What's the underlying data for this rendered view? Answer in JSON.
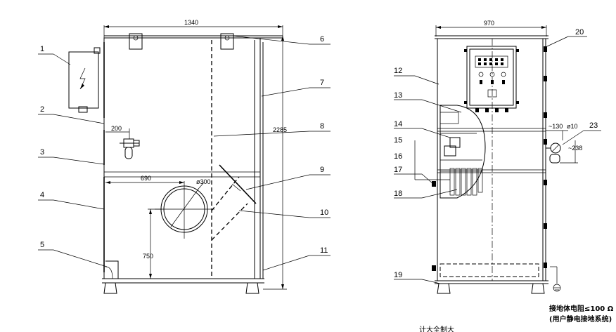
{
  "front_view": {
    "dim_width": "1340",
    "dim_height": "2285",
    "dim_200": "200",
    "dim_690": "690",
    "dim_diameter": "ø300",
    "dim_750": "750",
    "callouts": [
      "1",
      "2",
      "3",
      "4",
      "5",
      "6",
      "7",
      "8",
      "9",
      "10",
      "11"
    ]
  },
  "side_view": {
    "dim_width": "970",
    "dim_130": "~130",
    "dim_d10": "ø10",
    "dim_238": "~238",
    "callouts": [
      "12",
      "13",
      "14",
      "15",
      "16",
      "17",
      "18",
      "19",
      "20",
      "23"
    ],
    "ground_note_line1": "接地体电阻≤100 Ω",
    "ground_note_line2": "(用户静电接地系统)"
  },
  "bottom_text": "计大全制大"
}
